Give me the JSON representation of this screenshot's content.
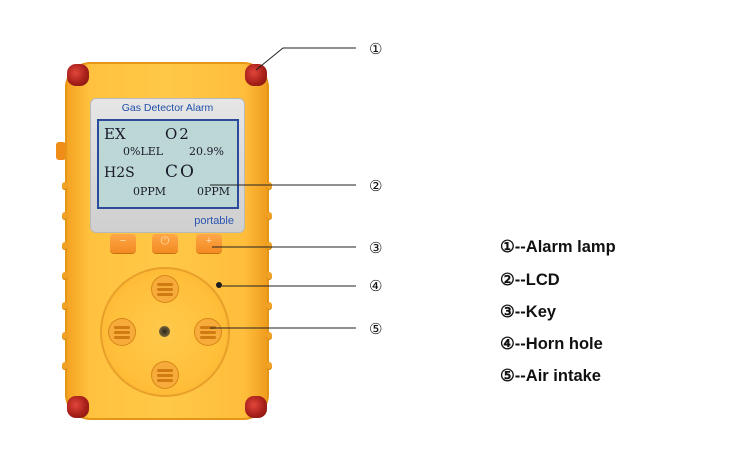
{
  "device": {
    "screen_title": "Gas Detector Alarm",
    "brand_label": "portable",
    "lcd": {
      "row1_left": "EX",
      "row1_right": "O2",
      "row2_left": "0%LEL",
      "row2_right": "20.9%",
      "row3_left": "H2S",
      "row3_right": "CO",
      "row4_left": "0PPM",
      "row4_right": "0PPM"
    },
    "key_icons": [
      "minus-key-icon",
      "power-key-icon",
      "plus-key-icon"
    ],
    "body_color": "#ffc23f",
    "lamp_color": "#a8201a",
    "lcd_color": "#bcd7d6"
  },
  "callouts": [
    "①",
    "②",
    "③",
    "④",
    "⑤"
  ],
  "legend": [
    "①--Alarm lamp",
    "②--LCD",
    "③--Key",
    "④--Horn hole",
    "⑤--Air intake"
  ]
}
